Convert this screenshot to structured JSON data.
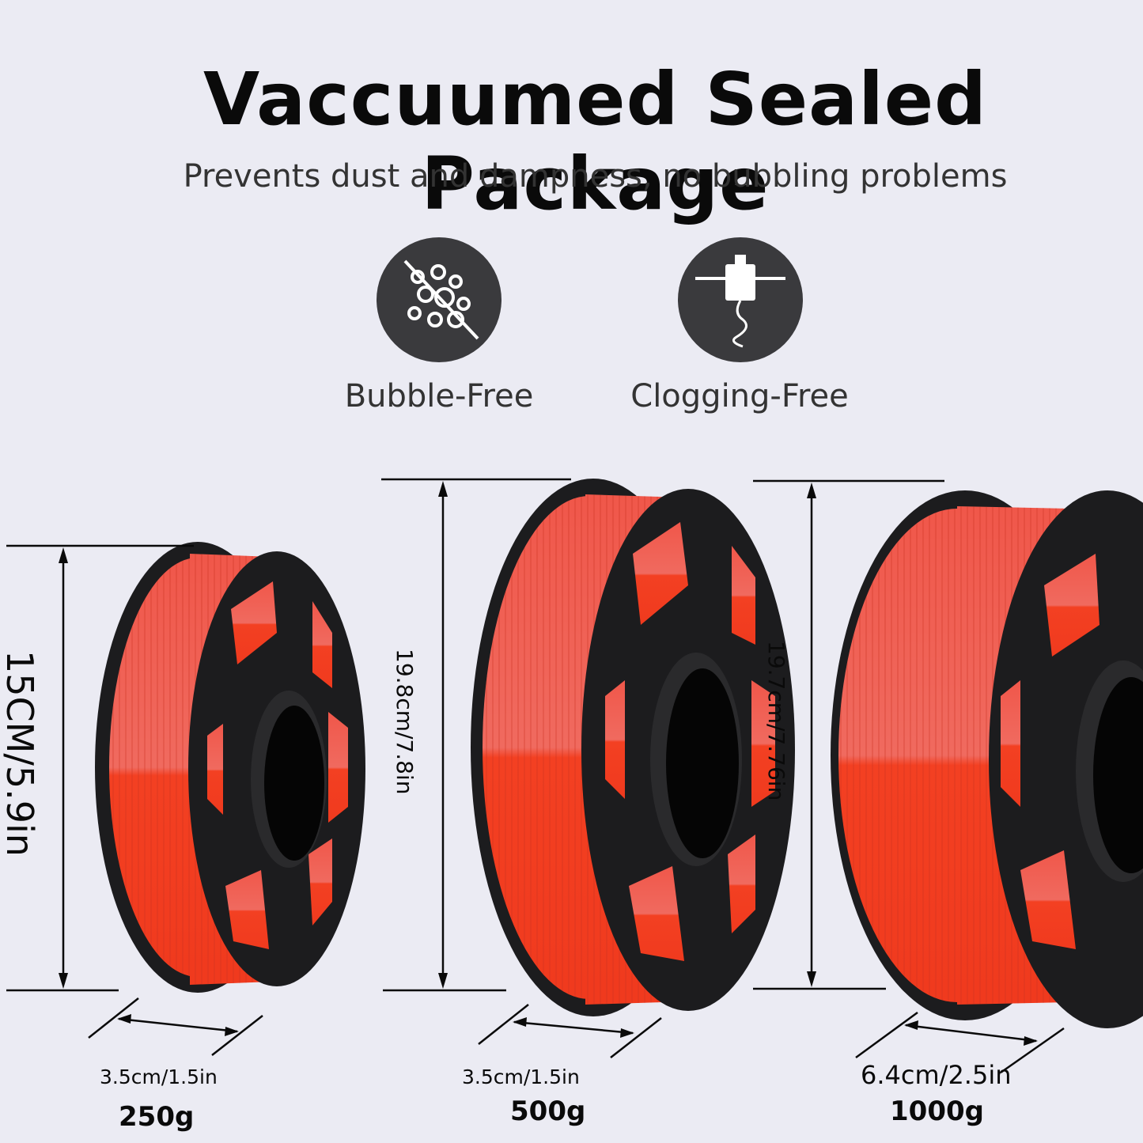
{
  "header": {
    "title": "Vaccuumed Sealed Package",
    "subtitle": "Prevents dust and dampness, no bubbling problems"
  },
  "features": [
    {
      "label": "Bubble-Free",
      "icon": "bubble-free-icon"
    },
    {
      "label": "Clogging-Free",
      "icon": "clogging-free-icon"
    }
  ],
  "spools": [
    {
      "height": "15CM/5.9in",
      "width": "3.5cm/1.5in",
      "weight": "250g"
    },
    {
      "height": "19.8cm/7.8in",
      "width": "3.5cm/1.5in",
      "weight": "500g"
    },
    {
      "height": "19.7cm/7.76in",
      "width": "6.4cm/2.5in",
      "weight": "1000g"
    }
  ],
  "colors": {
    "background": "#ebebf3",
    "filament": "#f04a3a",
    "filament_light": "#f26a5e",
    "spool": "#1c1c1e",
    "icon_circle": "#3a3a3d"
  }
}
